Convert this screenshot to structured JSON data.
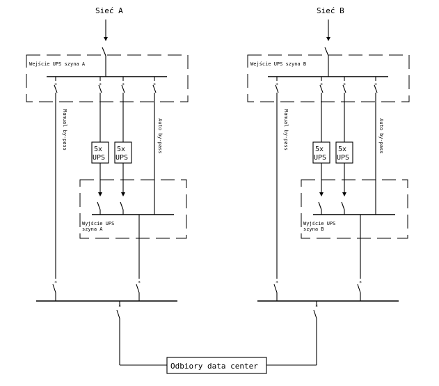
{
  "side_a": {
    "source_label": "Sieć A",
    "input_bus_label": "Wejście UPS szyna A",
    "manual_bypass_label": "Manual by-pass",
    "auto_bypass_label": "Auto by-pass",
    "ups_1_label": [
      "5x",
      "UPS"
    ],
    "ups_2_label": [
      "5x",
      "UPS"
    ],
    "output_bus_label": [
      "Wyjście UPS",
      "szyna A"
    ]
  },
  "side_b": {
    "source_label": "Sieć B",
    "input_bus_label": "Wejście UPS szyna B",
    "manual_bypass_label": "Manual by-pass",
    "auto_bypass_label": "Auto by-pass",
    "ups_1_label": [
      "5x",
      "UPS"
    ],
    "ups_2_label": [
      "5x",
      "UPS"
    ],
    "output_bus_label": [
      "Wyjście UPS",
      "szyna B"
    ]
  },
  "load": {
    "label": "Odbiory data center"
  }
}
